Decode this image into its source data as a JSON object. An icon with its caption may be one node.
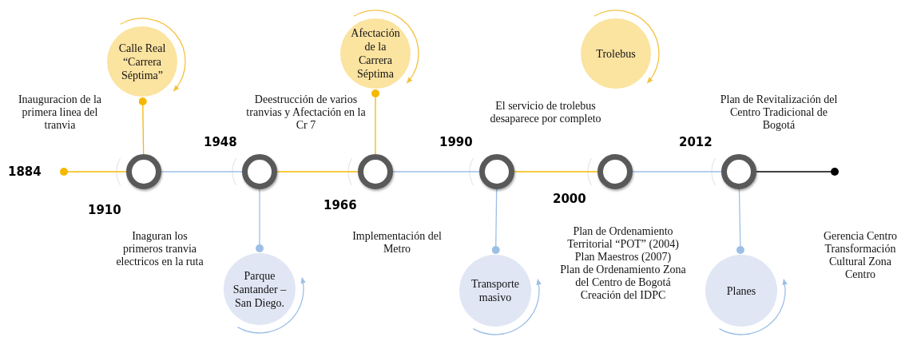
{
  "diagram": {
    "nodes": [
      {
        "text": [],
        "shape": "circle"
      },
      {
        "text": [],
        "shape": "circle"
      },
      {
        "text": [],
        "shape": "circle"
      },
      {
        "text": [],
        "shape": "circle"
      },
      {
        "text": [],
        "shape": "circle"
      },
      {
        "text": [],
        "shape": "circle"
      },
      {
        "text": [],
        "shape": "circle"
      },
      {
        "text": [
          "Calle Real “Carrera Séptima”"
        ]
      },
      {
        "text": [
          "Parque Santander – San Diego."
        ]
      },
      {
        "text": [
          "Afectación de la Carrera Séptima"
        ]
      },
      {
        "text": [
          "Transporte masivo"
        ]
      },
      {
        "text": [
          "Trolebus"
        ]
      },
      {
        "text": [
          "Planes"
        ]
      },
      {
        "text": [],
        "shape": "circle"
      }
    ],
    "edges": [
      {
        "from": 0,
        "to": 1,
        "arrow": "none",
        "color": "#f5b800"
      },
      {
        "from": 1,
        "to": 2,
        "arrow": "none",
        "color": "#9dbfe6"
      },
      {
        "from": 2,
        "to": 3,
        "arrow": "none",
        "color": "#f5b800"
      },
      {
        "from": 3,
        "to": 4,
        "arrow": "none",
        "color": "#9dbfe6"
      },
      {
        "from": 4,
        "to": 5,
        "arrow": "none",
        "color": "#f5b800"
      },
      {
        "from": 5,
        "to": 6,
        "arrow": "none",
        "color": "#9dbfe6"
      },
      {
        "from": 6,
        "to": 13,
        "arrow": "none",
        "color": "#000000"
      },
      {
        "from": 7,
        "to": 1,
        "arrow": "other",
        "color": "#f5b800"
      },
      {
        "from": 8,
        "to": 2,
        "arrow": "other",
        "color": "#9dbfe6"
      },
      {
        "from": 9,
        "to": 3,
        "arrow": "other",
        "color": "#f5b800"
      },
      {
        "from": 10,
        "to": 4,
        "arrow": "other",
        "color": "#9dbfe6"
      },
      {
        "from": 12,
        "to": 6,
        "arrow": "other",
        "color": "#9dbfe6"
      }
    ],
    "labels": [
      "1884",
      "Inauguracion de la primera linea del tranvia",
      "1910",
      "Inaguran los primeros tranvia electricos en la ruta",
      "1948",
      "Deestrucción de varios tranvias y Afectación en la Cr 7",
      "1966",
      "Implementación del Metro",
      "1990",
      "El servicio de trolebus desaparece por completo",
      "2000",
      "Plan de Ordenamiento Territorial “POT” (2004)",
      "Plan Maestros (2007)",
      "Plan de Ordenamiento Zona del Centro de Bogotá",
      "Creación del IDPC",
      "2012",
      "Plan de Revitalización del Centro Tradicional de Bogotá",
      "Gerencia Centro Transformación Cultural Zona Centro"
    ]
  }
}
